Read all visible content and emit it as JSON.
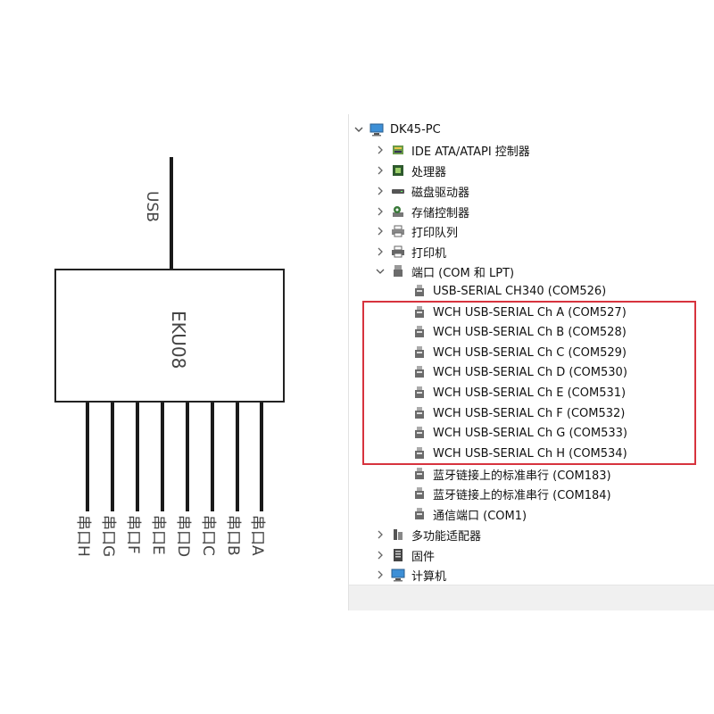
{
  "diagram": {
    "usb_label": "USB",
    "device_label": "EKU08",
    "ports": [
      "串口H",
      "串口G",
      "串口F",
      "串口E",
      "串口D",
      "串口C",
      "串口B",
      "串口A"
    ]
  },
  "device_manager": {
    "root": "DK45-PC",
    "categories_top": [
      {
        "label": "IDE ATA/ATAPI 控制器",
        "icon": "ide-controller-icon"
      },
      {
        "label": "处理器",
        "icon": "processor-icon"
      },
      {
        "label": "磁盘驱动器",
        "icon": "disk-drive-icon"
      },
      {
        "label": "存储控制器",
        "icon": "storage-controller-icon"
      },
      {
        "label": "打印队列",
        "icon": "print-queue-icon"
      },
      {
        "label": "打印机",
        "icon": "printer-icon"
      }
    ],
    "ports_category": {
      "label": "端口 (COM 和 LPT)",
      "children": [
        "USB-SERIAL CH340 (COM526)",
        "WCH USB-SERIAL Ch A (COM527)",
        "WCH USB-SERIAL Ch B (COM528)",
        "WCH USB-SERIAL Ch C (COM529)",
        "WCH USB-SERIAL Ch D (COM530)",
        "WCH USB-SERIAL Ch E (COM531)",
        "WCH USB-SERIAL Ch F (COM532)",
        "WCH USB-SERIAL Ch G (COM533)",
        "WCH USB-SERIAL Ch H (COM534)",
        "蓝牙链接上的标准串行 (COM183)",
        "蓝牙链接上的标准串行 (COM184)",
        "通信端口 (COM1)"
      ]
    },
    "categories_bottom": [
      {
        "label": "多功能适配器",
        "icon": "multifunction-adapter-icon"
      },
      {
        "label": "固件",
        "icon": "firmware-icon"
      },
      {
        "label": "计算机",
        "icon": "computer-icon"
      }
    ],
    "highlight_color": "#d7333e"
  }
}
